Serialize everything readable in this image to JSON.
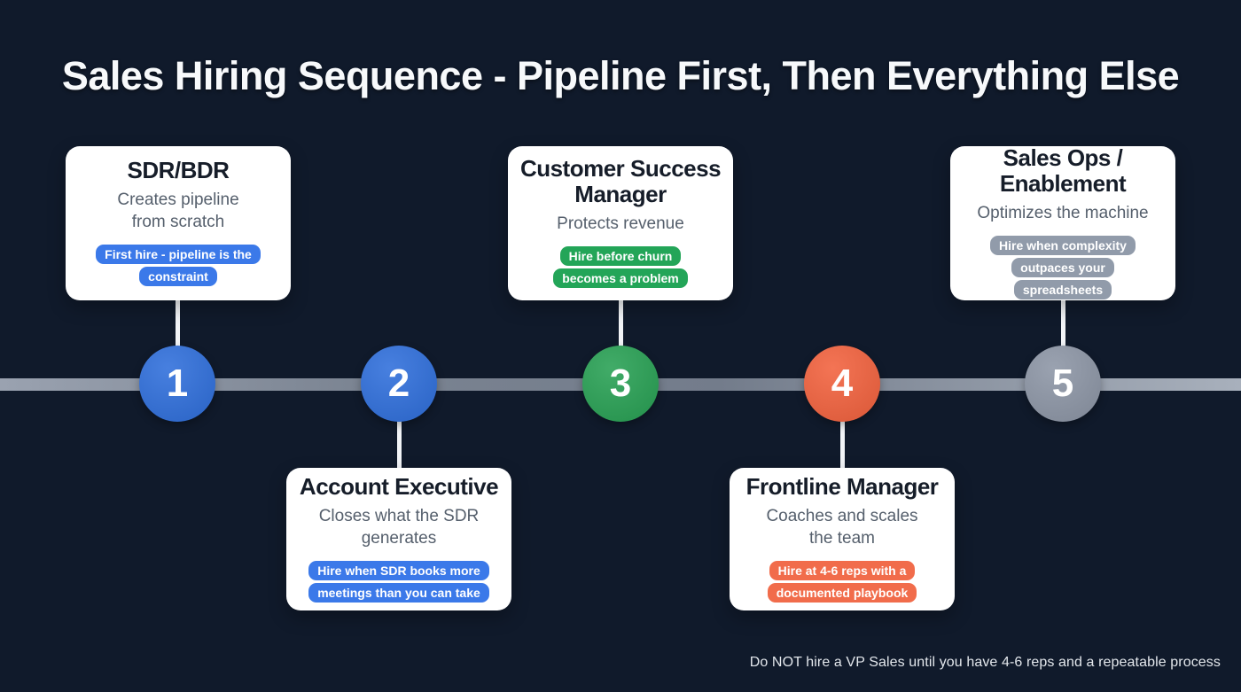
{
  "title": "Sales Hiring Sequence - Pipeline First, Then Everything Else",
  "footnote": "Do NOT hire a VP Sales until you have 4-6 reps and a repeatable process",
  "colors": {
    "background": "#101a2b",
    "card": "#ffffff",
    "timeline_gray": "#7d8694",
    "connector_white": "#f2f4f7",
    "blue": "#2e6edb",
    "green": "#27a053",
    "orange": "#f2613d",
    "gray": "#8c95a5"
  },
  "steps": [
    {
      "number": "1",
      "role": "SDR/BDR",
      "description": "Creates pipeline from scratch",
      "badge": "First hire - pipeline is the constraint",
      "circle_color": "#2e6edb",
      "badge_color": "#3b79e9",
      "card_position": "top"
    },
    {
      "number": "2",
      "role": "Account Executive",
      "description": "Closes what the SDR generates",
      "badge": "Hire when SDR books more meetings than you can take",
      "circle_color": "#2e6edb",
      "badge_color": "#3b79e9",
      "card_position": "bottom"
    },
    {
      "number": "3",
      "role": "Customer Success Manager",
      "description": "Protects revenue",
      "badge": "Hire before churn becomes a problem",
      "circle_color": "#27a053",
      "badge_color": "#23a558",
      "card_position": "top"
    },
    {
      "number": "4",
      "role": "Frontline Manager",
      "description": "Coaches and scales the team",
      "badge": "Hire at 4-6 reps with a documented playbook",
      "circle_color": "#f2613d",
      "badge_color": "#f16c4b",
      "card_position": "bottom"
    },
    {
      "number": "5",
      "role": "Sales Ops / Enablement",
      "description": "Optimizes the machine",
      "badge": "Hire when complexity outpaces your spreadsheets",
      "circle_color": "#8c95a5",
      "badge_color": "#919baa",
      "card_position": "top"
    }
  ]
}
